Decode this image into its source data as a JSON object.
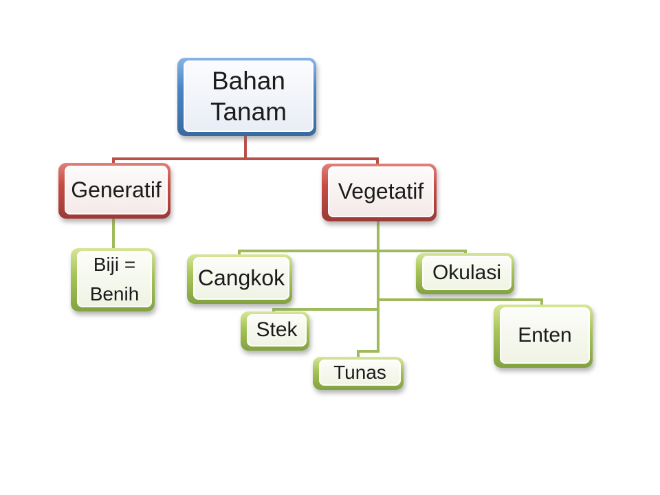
{
  "diagram": {
    "type": "hierarchy",
    "nodes": {
      "bahan_tanam": {
        "line1": "Bahan",
        "line2": "Tanam"
      },
      "generatif": {
        "label": "Generatif"
      },
      "vegetatif": {
        "label": "Vegetatif"
      },
      "biji_benih": {
        "line1": "Biji =",
        "line2": "Benih"
      },
      "cangkok": {
        "label": "Cangkok"
      },
      "stek": {
        "label": "Stek"
      },
      "tunas": {
        "label": "Tunas"
      },
      "okulasi": {
        "label": "Okulasi"
      },
      "enten": {
        "label": "Enten"
      }
    },
    "edges": [
      {
        "from": "Bahan Tanam",
        "to": "Generatif"
      },
      {
        "from": "Bahan Tanam",
        "to": "Vegetatif"
      },
      {
        "from": "Generatif",
        "to": "Biji = Benih"
      },
      {
        "from": "Vegetatif",
        "to": "Cangkok"
      },
      {
        "from": "Vegetatif",
        "to": "Stek"
      },
      {
        "from": "Vegetatif",
        "to": "Tunas"
      },
      {
        "from": "Vegetatif",
        "to": "Okulasi"
      },
      {
        "from": "Vegetatif",
        "to": "Enten"
      }
    ],
    "colors": {
      "root_frame": "#4a86c8",
      "level1_frame": "#c74b44",
      "leaf_frame": "#a7c457",
      "connector_level1": "#bb4f48",
      "connector_level2": "#9eba5c",
      "text": "#1b1b1b",
      "background": "#ffffff"
    }
  }
}
